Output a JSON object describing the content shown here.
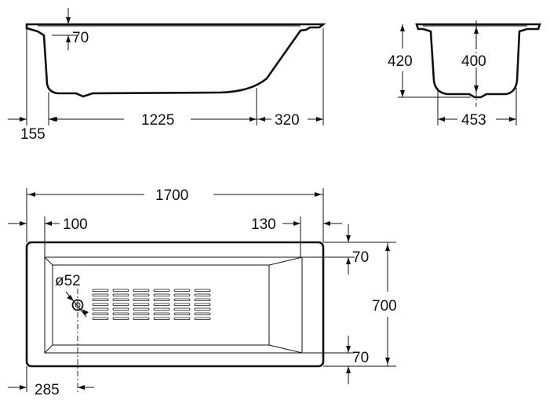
{
  "side_view": {
    "rim_height": "70",
    "head_offset": "155",
    "bottom_length": "1225",
    "slope_length": "320"
  },
  "end_view": {
    "outer_height": "420",
    "inner_depth": "400",
    "bottom_width": "453"
  },
  "top_view": {
    "overall_length": "1700",
    "left_rim": "100",
    "right_rim": "130",
    "top_rim": "70",
    "overall_width": "700",
    "bottom_rim": "70",
    "drain_diameter": "ø52",
    "drain_offset": "285"
  },
  "colors": {
    "line": "#111111",
    "background": "#ffffff"
  }
}
